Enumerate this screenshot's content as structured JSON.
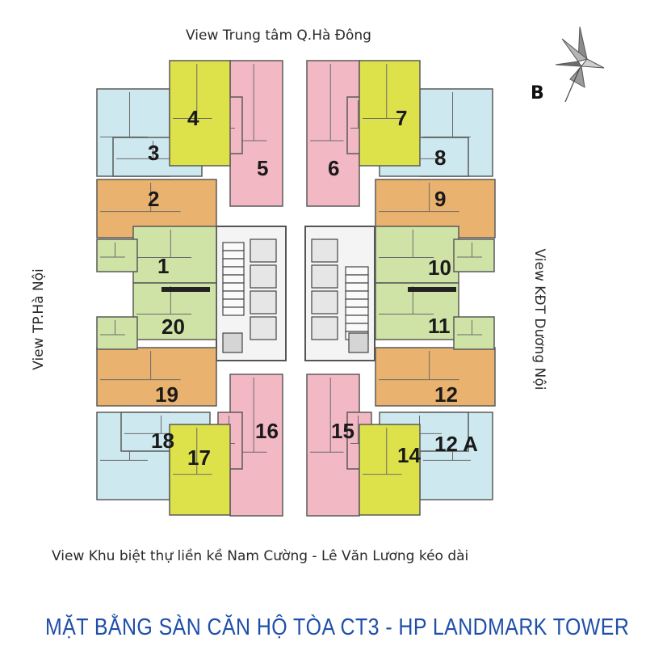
{
  "views": {
    "top": "View Trung tâm Q.Hà Đông",
    "bottom": "View Khu biệt thự liền kề Nam Cường - Lê Văn Lương kéo dài",
    "left": "View TP.Hà Nội",
    "right": "View KĐT Dương Nội"
  },
  "compass": {
    "letter": "B"
  },
  "title": "MẶT BẰNG SÀN CĂN HỘ TÒA CT3 - HP LANDMARK TOWER",
  "colors": {
    "blue": "#cde9ef",
    "yellow": "#dde24a",
    "pink": "#f2b8c4",
    "orange": "#e9b26f",
    "green": "#cfe3a6",
    "core": "#dcdcdc",
    "title": "#1f4fa8"
  },
  "units": [
    {
      "id": "1",
      "label": "1",
      "color": "green"
    },
    {
      "id": "2",
      "label": "2",
      "color": "orange"
    },
    {
      "id": "3",
      "label": "3",
      "color": "blue"
    },
    {
      "id": "4",
      "label": "4",
      "color": "yellow"
    },
    {
      "id": "5",
      "label": "5",
      "color": "pink"
    },
    {
      "id": "6",
      "label": "6",
      "color": "pink"
    },
    {
      "id": "7",
      "label": "7",
      "color": "yellow"
    },
    {
      "id": "8",
      "label": "8",
      "color": "blue"
    },
    {
      "id": "9",
      "label": "9",
      "color": "orange"
    },
    {
      "id": "10",
      "label": "10",
      "color": "green"
    },
    {
      "id": "11",
      "label": "11",
      "color": "green"
    },
    {
      "id": "12",
      "label": "12",
      "color": "orange"
    },
    {
      "id": "12A",
      "label": "12 A",
      "color": "blue"
    },
    {
      "id": "14",
      "label": "14",
      "color": "yellow"
    },
    {
      "id": "15",
      "label": "15",
      "color": "pink"
    },
    {
      "id": "16",
      "label": "16",
      "color": "pink"
    },
    {
      "id": "17",
      "label": "17",
      "color": "yellow"
    },
    {
      "id": "18",
      "label": "18",
      "color": "blue"
    },
    {
      "id": "19",
      "label": "19",
      "color": "orange"
    },
    {
      "id": "20",
      "label": "20",
      "color": "green"
    }
  ]
}
